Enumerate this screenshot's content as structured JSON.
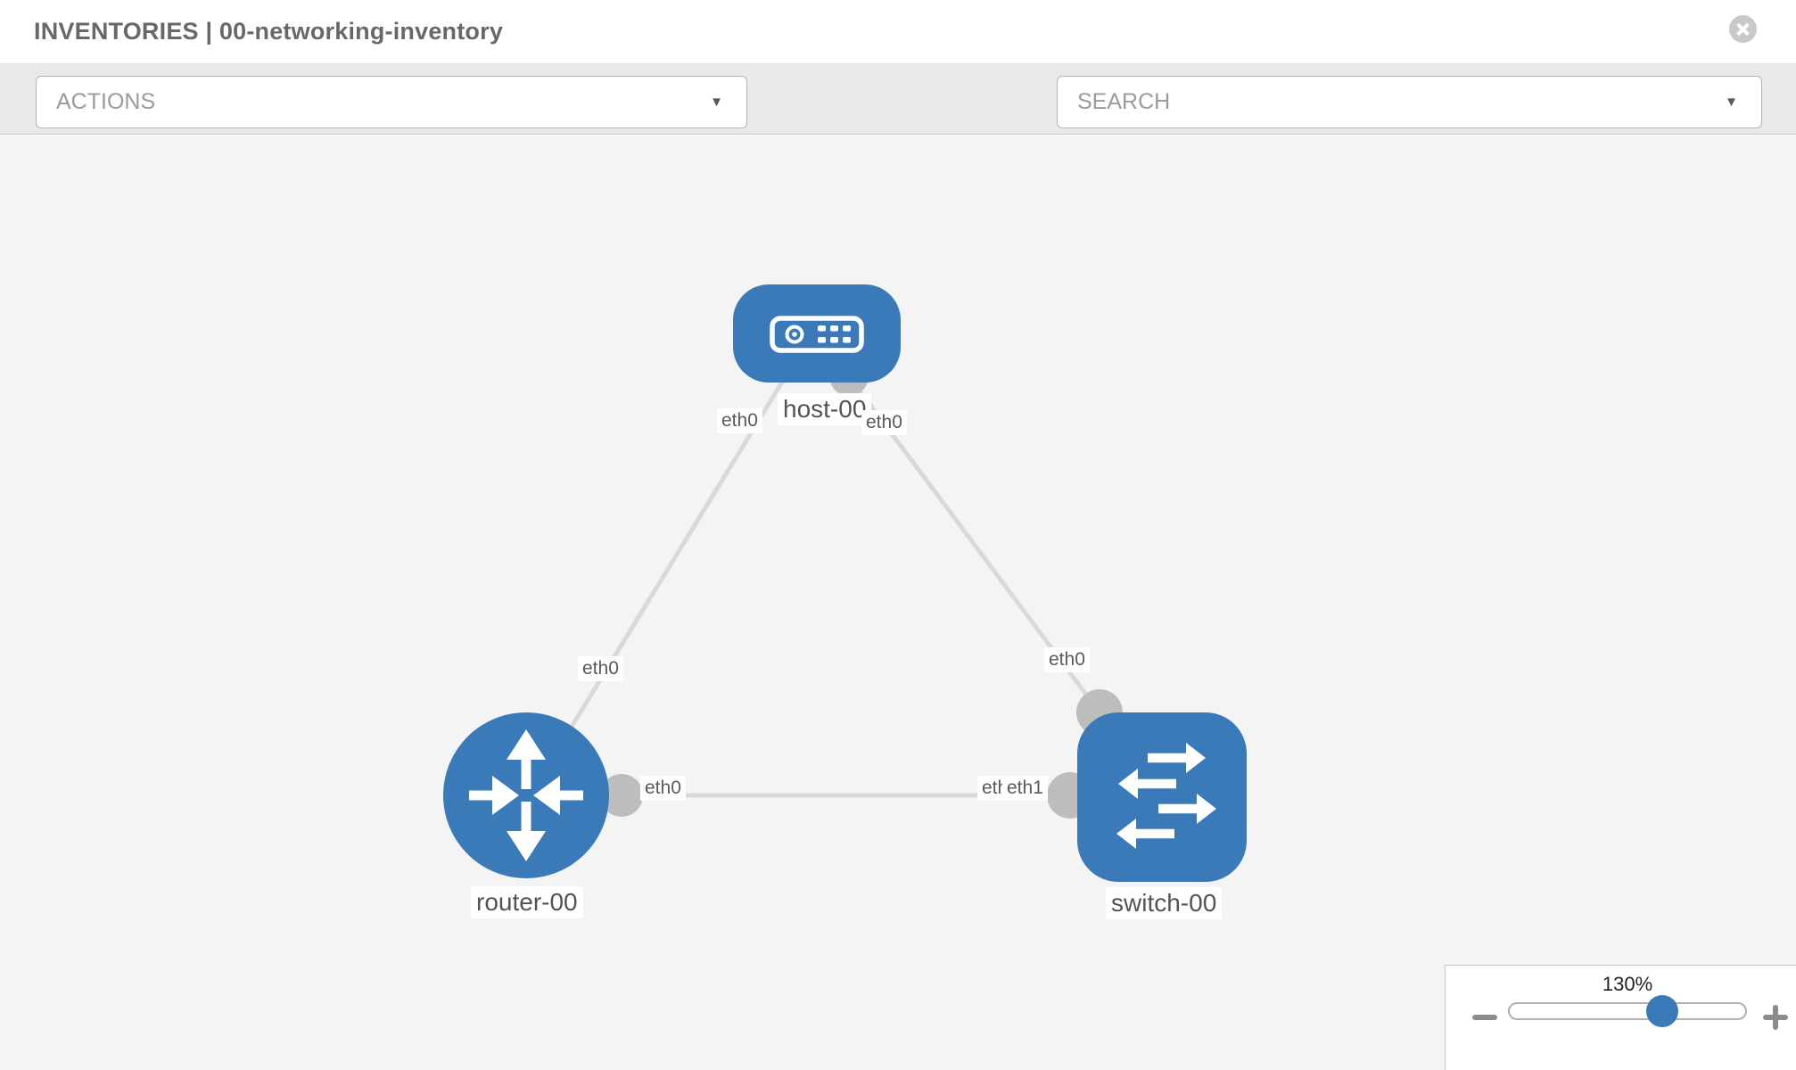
{
  "header": {
    "title": "INVENTORIES | 00-networking-inventory",
    "section": "INVENTORIES",
    "item": "00-networking-inventory"
  },
  "toolbar": {
    "actions_dropdown": {
      "label": "ACTIONS",
      "caret": "▼"
    },
    "search_dropdown": {
      "label": "SEARCH",
      "caret": "▼"
    },
    "icons": [
      "wrench-icon",
      "key-icon"
    ]
  },
  "topology": {
    "nodes": [
      {
        "id": "host-00",
        "type": "host",
        "label": "host-00"
      },
      {
        "id": "router-00",
        "type": "router",
        "label": "router-00"
      },
      {
        "id": "switch-00",
        "type": "switch",
        "label": "switch-00"
      }
    ],
    "links": [
      {
        "from": "host-00",
        "to": "router-00",
        "from_interface": "eth0",
        "to_interface": "eth0"
      },
      {
        "from": "host-00",
        "to": "switch-00",
        "from_interface": "eth0",
        "to_interface": "eth0"
      },
      {
        "from": "router-00",
        "to": "switch-00",
        "from_interface": "eth0",
        "to_interfaces": [
          "eth0",
          "eth1"
        ]
      }
    ]
  },
  "zoom_control": {
    "level_label": "130%",
    "percent": 130
  },
  "colors": {
    "node_blue": "#3a7ab8",
    "link_gray": "#d9d9d9",
    "endpoint_gray": "#bdbdbd",
    "canvas_bg": "#f4f4f4",
    "toolbar_bg": "#e9e9e9"
  }
}
